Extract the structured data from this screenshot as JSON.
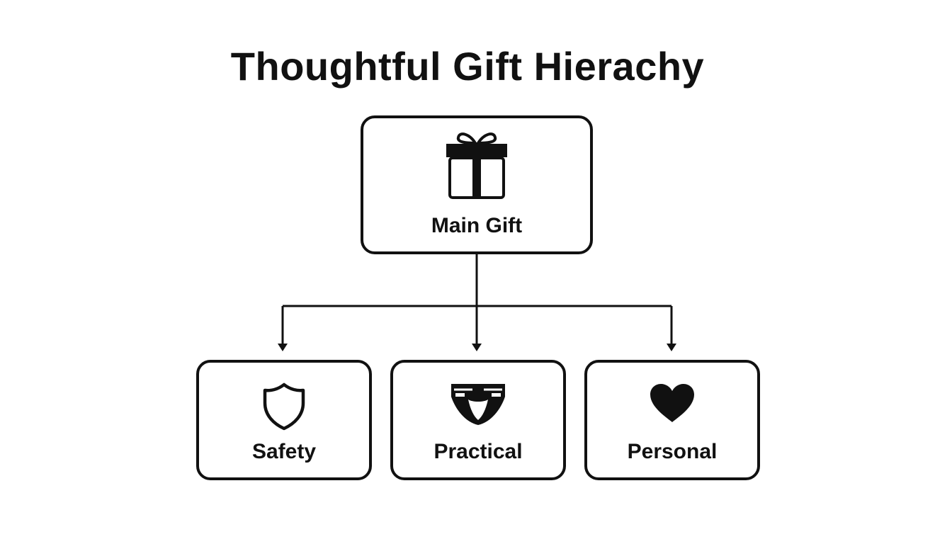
{
  "title": "Thoughtful Gift Hierachy",
  "root": {
    "label": "Main Gift",
    "icon": "gift-icon"
  },
  "children": [
    {
      "label": "Safety",
      "icon": "shield-icon"
    },
    {
      "label": "Practical",
      "icon": "diaper-icon"
    },
    {
      "label": "Personal",
      "icon": "heart-icon"
    }
  ],
  "colors": {
    "stroke": "#111111",
    "background": "#ffffff"
  }
}
